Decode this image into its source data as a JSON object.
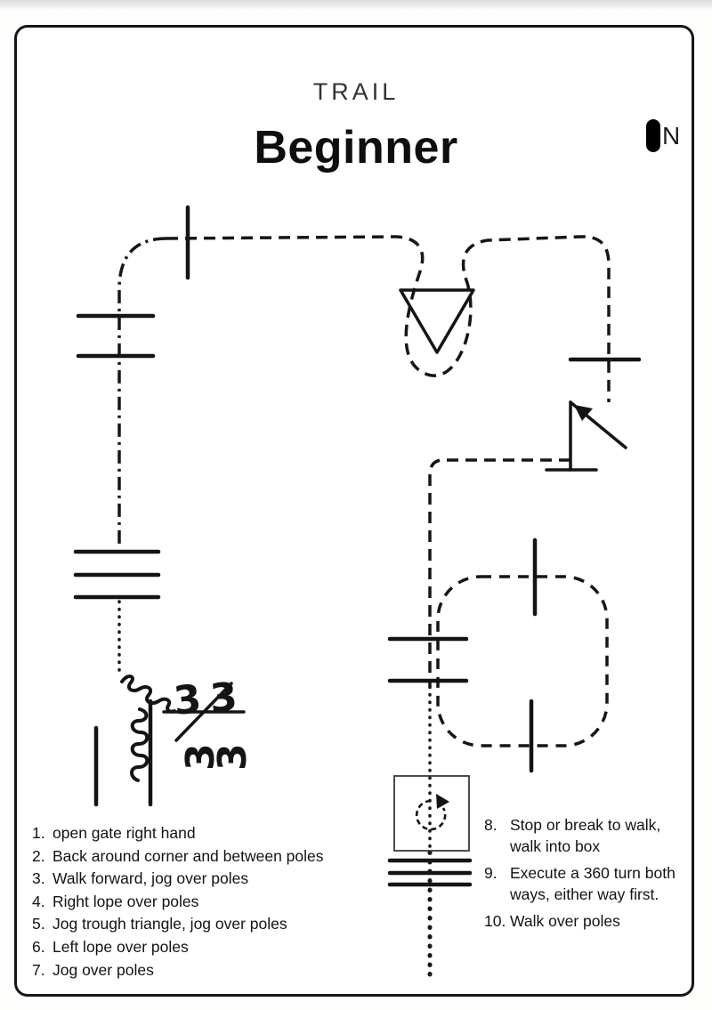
{
  "header": {
    "title": "TRAIL",
    "subtitle": "Beginner",
    "compass_label": "N"
  },
  "course": {
    "marker_glyph": "3"
  },
  "instructions_left": [
    {
      "num": "1.",
      "text": "open gate right hand"
    },
    {
      "num": "2.",
      "text": "Back around corner and between poles"
    },
    {
      "num": "3.",
      "text": "Walk forward, jog over poles"
    },
    {
      "num": "4.",
      "text": "Right lope over poles"
    },
    {
      "num": "5.",
      "text": "Jog trough triangle, jog over poles"
    },
    {
      "num": "6.",
      "text": "Left lope over poles"
    },
    {
      "num": "7.",
      "text": "Jog over poles"
    }
  ],
  "instructions_right": [
    {
      "num": "8.",
      "text": "Stop or break to walk, walk into box"
    },
    {
      "num": "9.",
      "text": "Execute a 360 turn both ways, either way first."
    },
    {
      "num": "10.",
      "text": "Walk over poles"
    }
  ],
  "colors": {
    "ink": "#161616",
    "paper": "#ffffff"
  }
}
